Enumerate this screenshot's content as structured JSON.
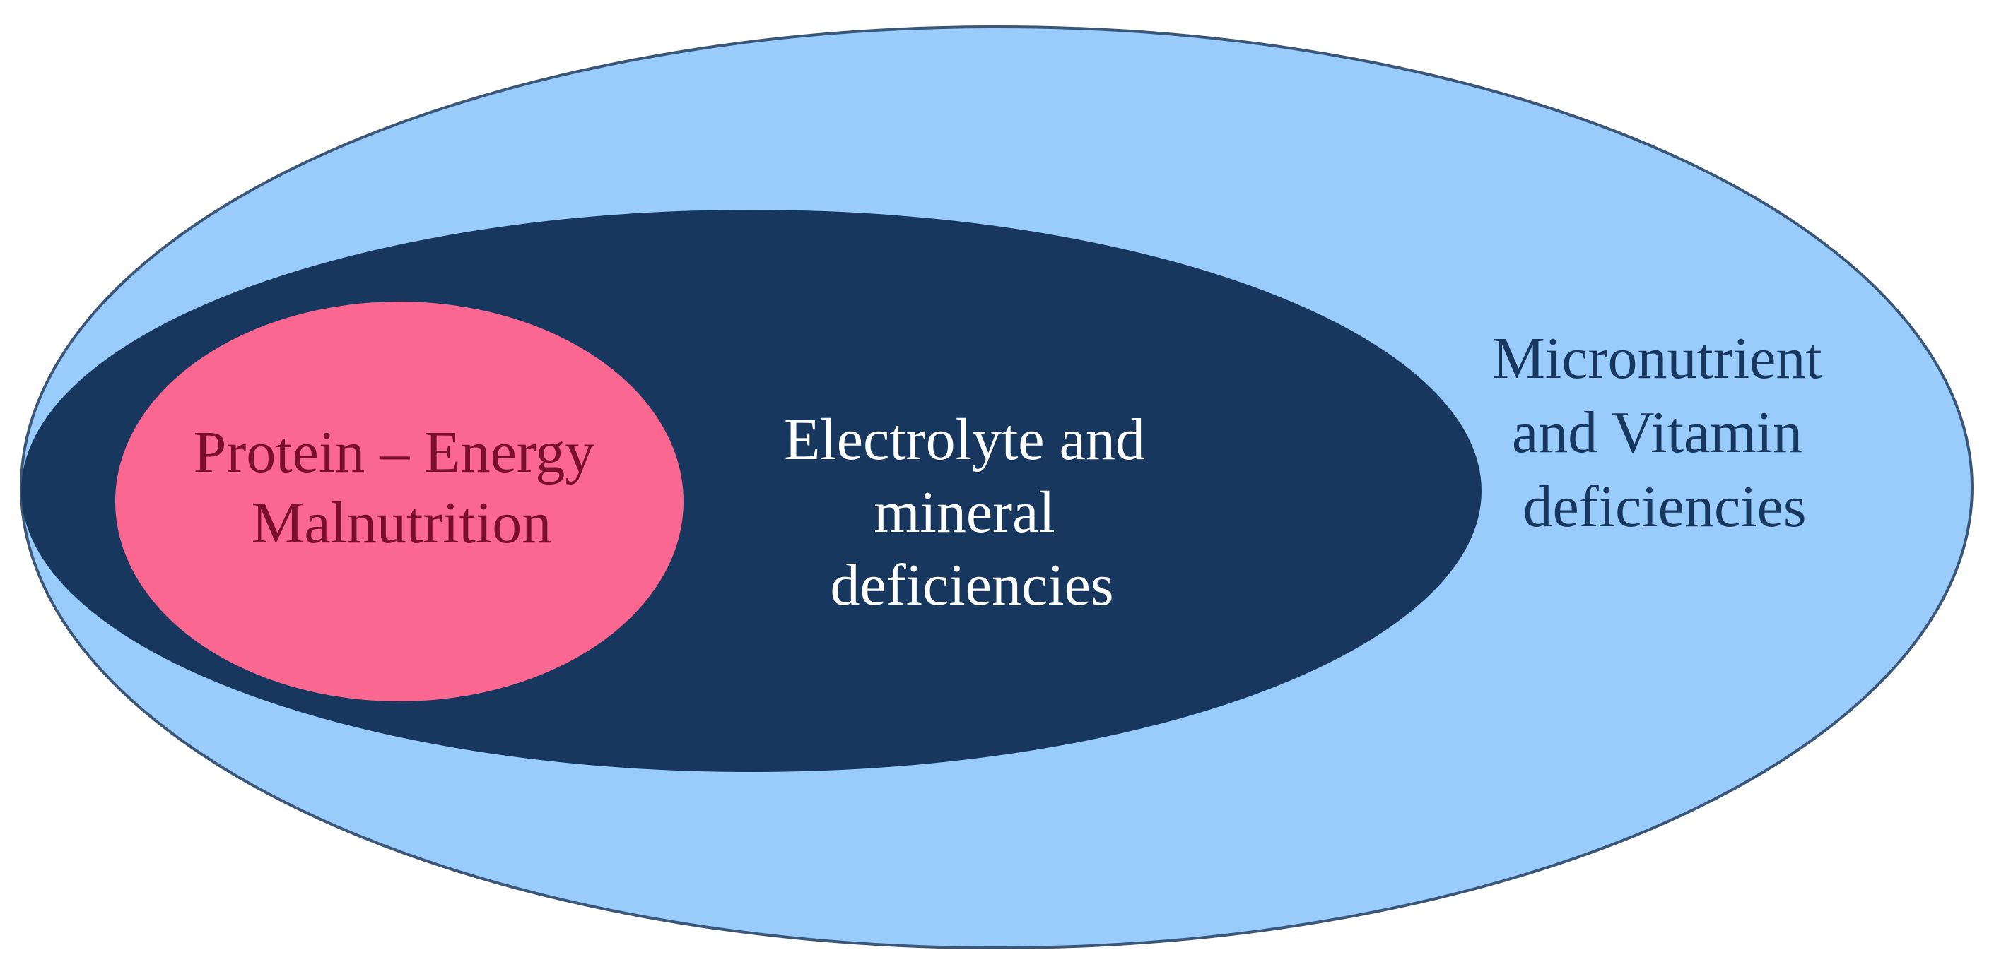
{
  "diagram": {
    "outer": {
      "lines": [
        "Micronutrient",
        "and Vitamin",
        "deficiencies"
      ]
    },
    "middle": {
      "lines": [
        "Electrolyte and",
        "mineral",
        "deficiencies"
      ]
    },
    "inner": {
      "lines": [
        "Protein – Energy",
        "Malnutrition"
      ]
    }
  },
  "colors": {
    "outer_fill": "#99ccfa",
    "outer_stroke": "#3a5678",
    "middle_fill": "#17375e",
    "inner_fill": "#fa6790",
    "outer_text": "#17375e",
    "middle_text": "#ffffff",
    "inner_text": "#7a0f2c"
  }
}
